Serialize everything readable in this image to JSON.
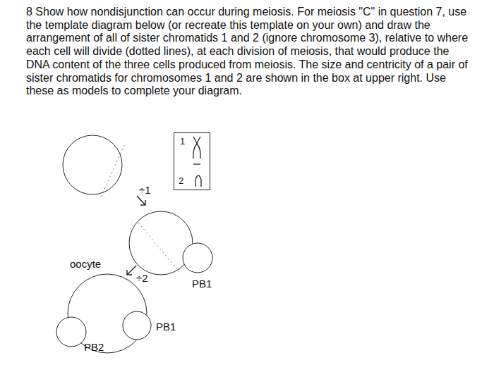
{
  "diagram": {
    "nodes": [
      {
        "text": [
          "1",
          "2"
        ]
      }
    ],
    "labels": [
      "8 Show how nondisjunction can occur during meiosis. For meiosis \"C\" in question 7, use the template diagram below (or recreate this template on your own) and draw the arrangement of all of sister chromatids 1 and 2 (ignore chromosome 3), relative to where each cell will divide (dotted lines), at each division of meiosis, that would produce the DNA content of the three cells produced from meiosis. The size and centricity of a pair of sister chromatids for chromosomes 1 and 2 are shown in the box at upper right. Use these as models to complete your diagram.",
      "÷1",
      "PB1",
      "oocyte",
      "÷2",
      "PB1",
      "PB2"
    ]
  }
}
